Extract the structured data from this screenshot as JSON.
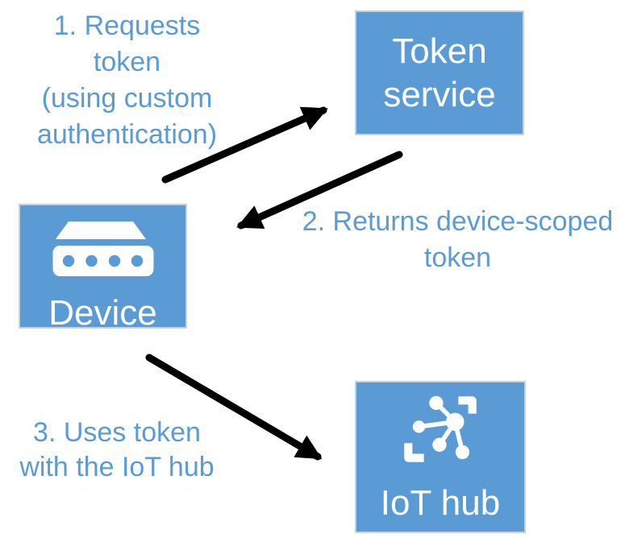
{
  "diagram": {
    "nodes": {
      "token_service": {
        "label": "Token\nservice"
      },
      "device": {
        "label": "Device",
        "icon": "device-icon"
      },
      "iot_hub": {
        "label": "IoT hub",
        "icon": "iot-hub-icon"
      }
    },
    "steps": {
      "step1": {
        "label": "1. Requests\ntoken\n(using custom\nauthentication)",
        "from": "device",
        "to": "token_service"
      },
      "step2": {
        "label": "2. Returns device-scoped\ntoken",
        "from": "token_service",
        "to": "device"
      },
      "step3": {
        "label": "3. Uses token\nwith the IoT hub",
        "from": "device",
        "to": "iot_hub"
      }
    },
    "colors": {
      "node_fill": "#5b9bd5",
      "node_border": "#bcd2ea",
      "node_text": "#ffffff",
      "icon": "#ffffff",
      "step_label_text": "#5b9bd5",
      "arrow": "#000000",
      "background": "#ffffff"
    }
  }
}
